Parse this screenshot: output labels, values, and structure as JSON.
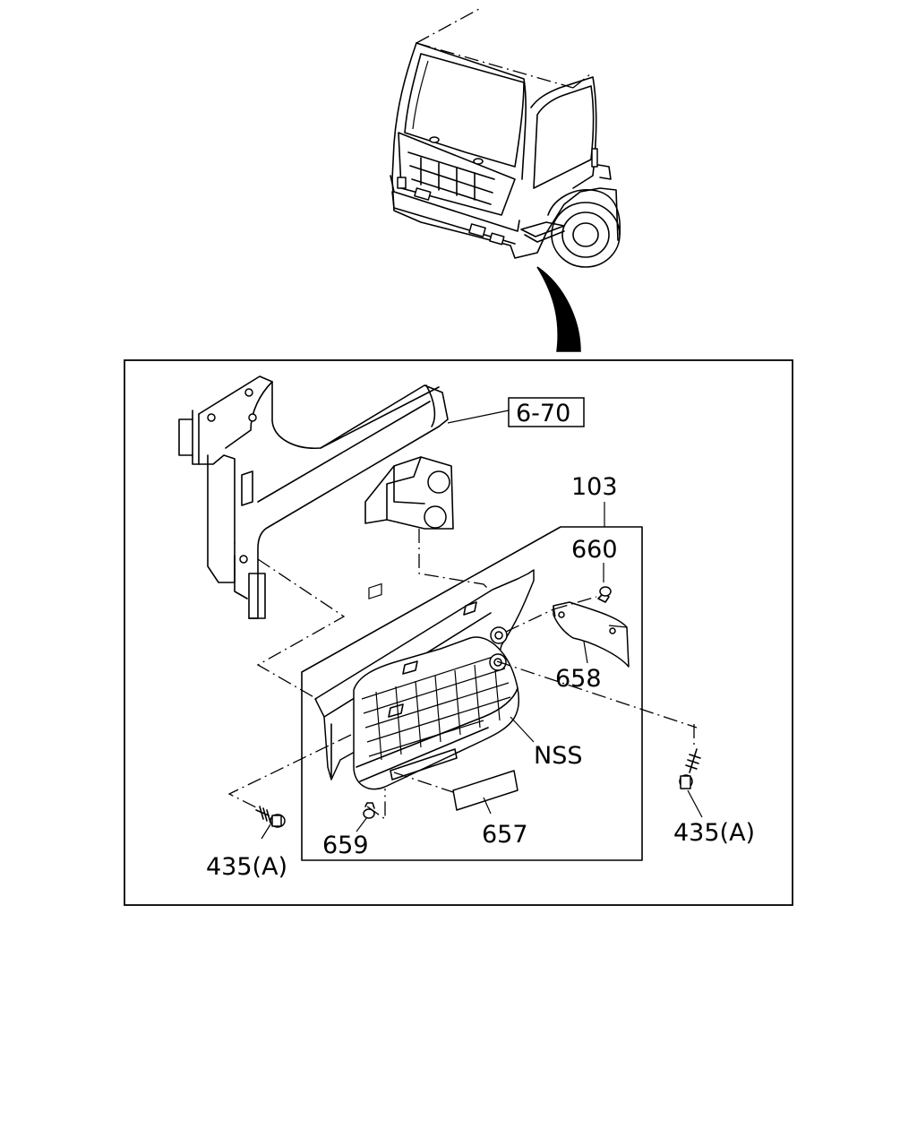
{
  "callouts": {
    "ref_6_70": "6-70",
    "p103": "103",
    "p660": "660",
    "p658": "658",
    "nss": "NSS",
    "p435_left": "435(A)",
    "p435_right": "435(A)",
    "p659": "659",
    "p657": "657"
  }
}
